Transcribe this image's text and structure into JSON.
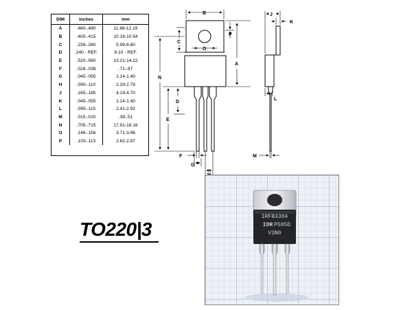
{
  "table": {
    "headers": [
      "DIM",
      "inches",
      "mm"
    ],
    "rows": [
      [
        "A",
        ".460-.480",
        "11.68-12.19"
      ],
      [
        "B",
        ".400-.415",
        "10.16-10.54"
      ],
      [
        "C",
        ".236-.260",
        "5.99-6.60"
      ],
      [
        "D",
        ".240 - REF.",
        "6.10 - REF."
      ],
      [
        "E",
        ".520-.560",
        "13.21-14.22"
      ],
      [
        "F",
        ".028-.038",
        ".71-.97"
      ],
      [
        "G",
        ".045-.055",
        "1.14-1.40"
      ],
      [
        "H",
        ".090-.110",
        "2.29-2.79"
      ],
      [
        "J",
        ".165-.185",
        "4.19-4.70"
      ],
      [
        "K",
        ".045-.055",
        "1.14-1.40"
      ],
      [
        "L",
        ".095-.115",
        "2.41-2.92"
      ],
      [
        "M",
        ".015-.020",
        ".38-.51"
      ],
      [
        "N",
        ".705-.715",
        "17.91-18.16"
      ],
      [
        "O",
        ".146-.156",
        "3.71-3.96"
      ],
      [
        "P",
        ".103-.113",
        "2.62-2.87"
      ]
    ]
  },
  "drawing": {
    "labels": {
      "A": "A",
      "B": "B",
      "C": "C",
      "D": "D",
      "E": "E",
      "F": "F",
      "G": "G",
      "H": "H",
      "J": "J",
      "K": "K",
      "L": "L",
      "M": "M",
      "N": "N",
      "O": "O",
      "P": "P"
    }
  },
  "package_label": "TO220|3",
  "photo": {
    "marking": [
      "IRFB3304",
      "P505D",
      "V3N0"
    ],
    "logo_text": "IOR"
  }
}
